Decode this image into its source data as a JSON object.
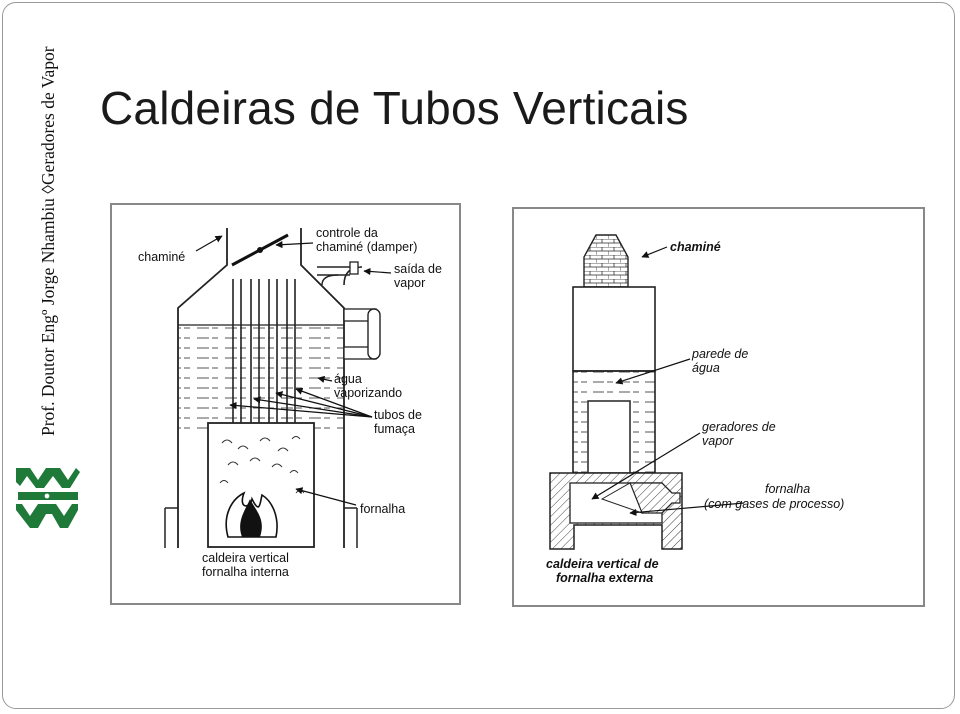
{
  "slide": {
    "title": "Caldeiras de Tubos Verticais",
    "side_text": "Prof. Doutor Engº Jorge Nhambiu ◊Geradores de Vapor"
  },
  "diagram_left": {
    "labels": {
      "chimney": "chaminé",
      "damper_line1": "controle da",
      "damper_line2": "chaminé (damper)",
      "steam_outlet_line1": "saída de",
      "steam_outlet_line2": "vapor",
      "water_line1": "água",
      "water_line2": "vaporizando",
      "tubes_line1": "tubos de",
      "tubes_line2": "fumaça",
      "furnace": "fornalha",
      "caption_line1": "caldeira vertical",
      "caption_line2": "fornalha interna"
    }
  },
  "diagram_right": {
    "labels": {
      "chimney": "chaminé",
      "water_wall_line1": "parede de",
      "water_wall_line2": "água",
      "steam_gen_line1": "geradores de",
      "steam_gen_line2": "vapor",
      "furnace_line1": "fornalha",
      "furnace_line2": "(com gases de processo)",
      "caption_line1": "caldeira vertical de",
      "caption_line2": "fornalha externa"
    }
  }
}
